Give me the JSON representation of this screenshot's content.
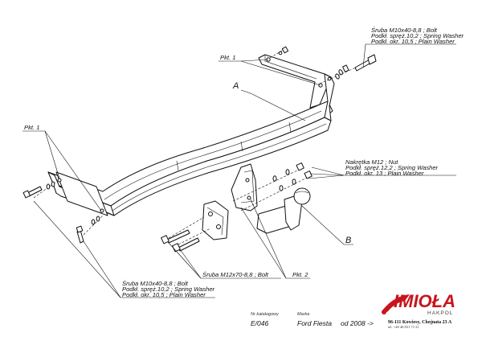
{
  "callouts": {
    "top_right": {
      "line1": "Śruba M10x40-8,8 ;  Bolt",
      "line2": "Podkł. spręż.10,2 ; Spring Washer",
      "line3": "Podkł. okr. 10,5 ; Plain Washer"
    },
    "nut": {
      "line1": "Nakrętka  M12 ; Nut",
      "line2": "Podkł. spręż.12,2 ; Spring Washer",
      "line3": "Podkł. okr. 13 ; Plain Washer"
    },
    "bottom_left": {
      "line1": "Śruba M10x40-8,8 ;  Bolt",
      "line2": "Podkł. spręż.10,2 ; Spring Washer",
      "line3": "Podkł. okr. 10,5 ; Plain Washer"
    },
    "bolt_m12": "Śruba M12x70-8,8 ; Bolt",
    "pkt1_top": "Pkt. 1",
    "pkt1_left": "Pkt. 1",
    "pkt2": "Pkt. 2"
  },
  "refs": {
    "a": "A",
    "b": "B"
  },
  "footer": {
    "catalog_label": "Nr katalogowy",
    "catalog_value": "E/046",
    "brand_label": "Marka",
    "brand_value": "Ford Fiesta",
    "year_value": "od 2008 ->"
  },
  "logo": {
    "name": "IMIOŁA",
    "sub": "HAKPOL",
    "address": "96-111 Kowiesy, Chojnata 23 A",
    "phone": "tel. +48 46 831 73 31",
    "color": "#c8141c"
  }
}
